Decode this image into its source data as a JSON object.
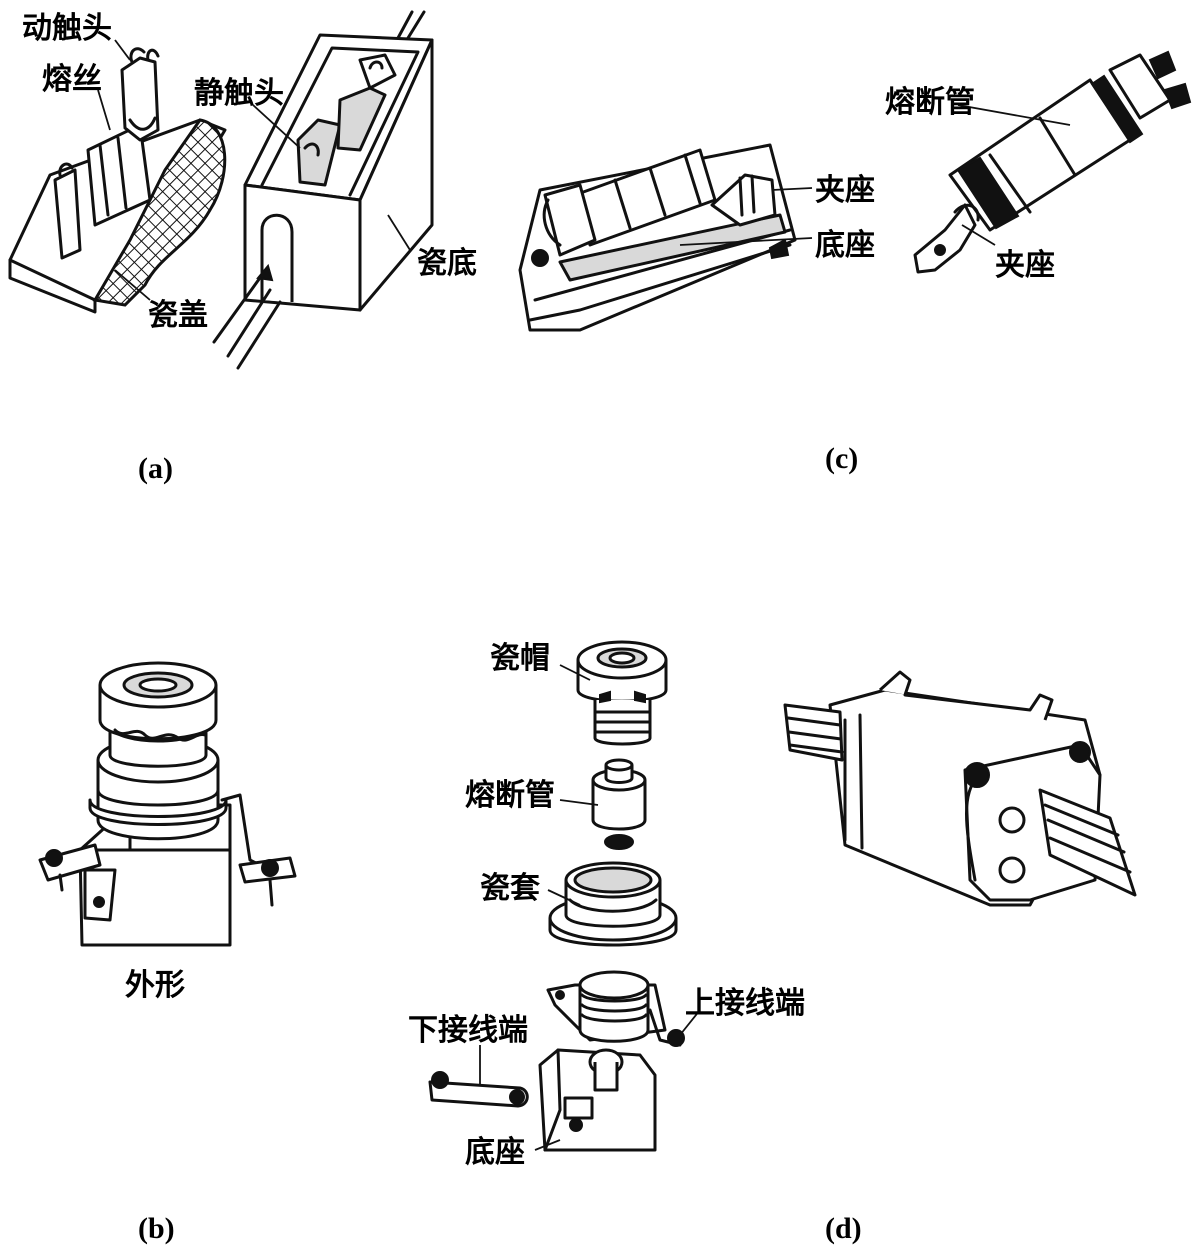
{
  "panels": {
    "a": {
      "caption": "(a)",
      "labels": {
        "moving_contact": "动触头",
        "fuse_wire": "熔丝",
        "static_contact": "静触头",
        "porcelain_base": "瓷底",
        "porcelain_cover": "瓷盖"
      }
    },
    "c": {
      "caption": "(c)",
      "labels": {
        "clip_seat_1": "夹座",
        "base": "底座",
        "fuse_tube": "熔断管",
        "clip_seat_2": "夹座"
      }
    },
    "b": {
      "caption": "(b)",
      "labels": {
        "appearance": "外形"
      }
    },
    "d": {
      "caption": "(d)",
      "labels": {
        "porcelain_cap": "瓷帽",
        "fuse_tube": "熔断管",
        "porcelain_sleeve": "瓷套",
        "upper_terminal": "上接线端",
        "lower_terminal": "下接线端",
        "base": "底座"
      }
    }
  }
}
